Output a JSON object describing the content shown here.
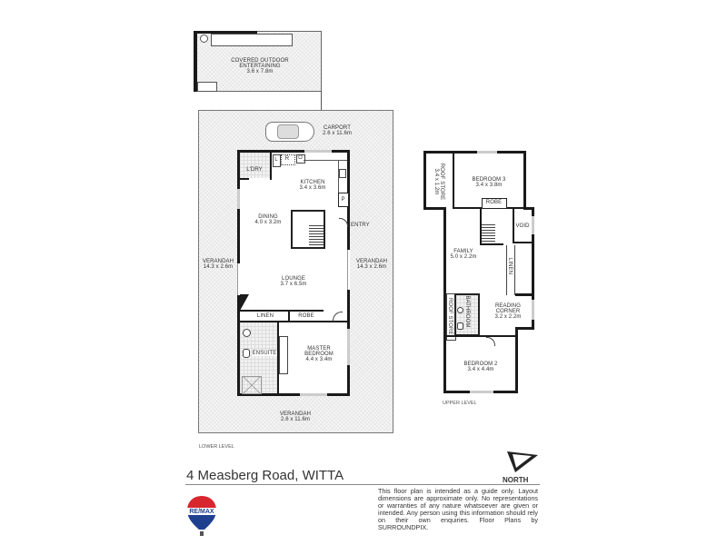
{
  "property": {
    "address": "4 Measberg Road, WITTA"
  },
  "lower_level": {
    "label": "LOWER LEVEL",
    "rooms": {
      "outdoor": {
        "name_line1": "COVERED OUTDOOR",
        "name_line2": "ENTERTAINING",
        "size": "3.6 x 7.8m"
      },
      "carport": {
        "name": "CARPORT",
        "size": "2.6 x 11.6m"
      },
      "laundry": {
        "name": "L'DRY"
      },
      "kitchen": {
        "name": "KITCHEN",
        "size": "3.4 x 3.6m"
      },
      "dining": {
        "name": "DINING",
        "size": "4.0 x 3.2m"
      },
      "entry": {
        "name": "ENTRY"
      },
      "verandah_left": {
        "name": "VERANDAH",
        "size": "14.3 x 2.6m"
      },
      "verandah_right": {
        "name": "VERANDAH",
        "size": "14.3 x 2.6m"
      },
      "lounge": {
        "name": "LOUNGE",
        "size": "3.7 x 6.5m"
      },
      "linen": {
        "name": "LINEN"
      },
      "robe": {
        "name": "ROBE"
      },
      "ensuite": {
        "name": "ENSUITE"
      },
      "master": {
        "name_line1": "MASTER",
        "name_line2": "BEDROOM",
        "size": "4.4 x 3.4m"
      },
      "verandah_bottom": {
        "name": "VERANDAH",
        "size": "2.6 x 11.6m"
      }
    },
    "fixtures": {
      "l": "L",
      "r": "R",
      "o": "O",
      "p": "P"
    }
  },
  "upper_level": {
    "label": "UPPER LEVEL",
    "rooms": {
      "roof_store_top": {
        "name": "ROOF STORE",
        "size": "3.4 x 1.2m"
      },
      "bedroom3": {
        "name": "BEDROOM 3",
        "size": "3.4 x 3.8m"
      },
      "robe": {
        "name": "ROBE"
      },
      "void": {
        "name": "VOID"
      },
      "family": {
        "name": "FAMILY",
        "size": "5.0 x 2.2m"
      },
      "linen": {
        "name": "LINEN"
      },
      "roof_store": {
        "name": "ROOF STORE"
      },
      "bathroom": {
        "name": "BATHROOM"
      },
      "reading": {
        "name_line1": "READING",
        "name_line2": "CORNER",
        "size": "3.2 x 2.2m"
      },
      "bedroom2": {
        "name": "BEDROOM 2",
        "size": "3.4 x 4.4m"
      }
    }
  },
  "compass": {
    "label": "NORTH"
  },
  "disclaimer": "This floor plan is intended as a guide only. Layout dimensions are approximate only. No representations or warranties of any nature whatsoever are given or intended. Any person using this information should rely on their own enquiries. Floor Plans by  SURROUNDPIX.",
  "logo": {
    "text": "RE/MAX",
    "colors": {
      "red": "#d8262e",
      "blue": "#1f3f8f",
      "white": "#ffffff"
    }
  }
}
